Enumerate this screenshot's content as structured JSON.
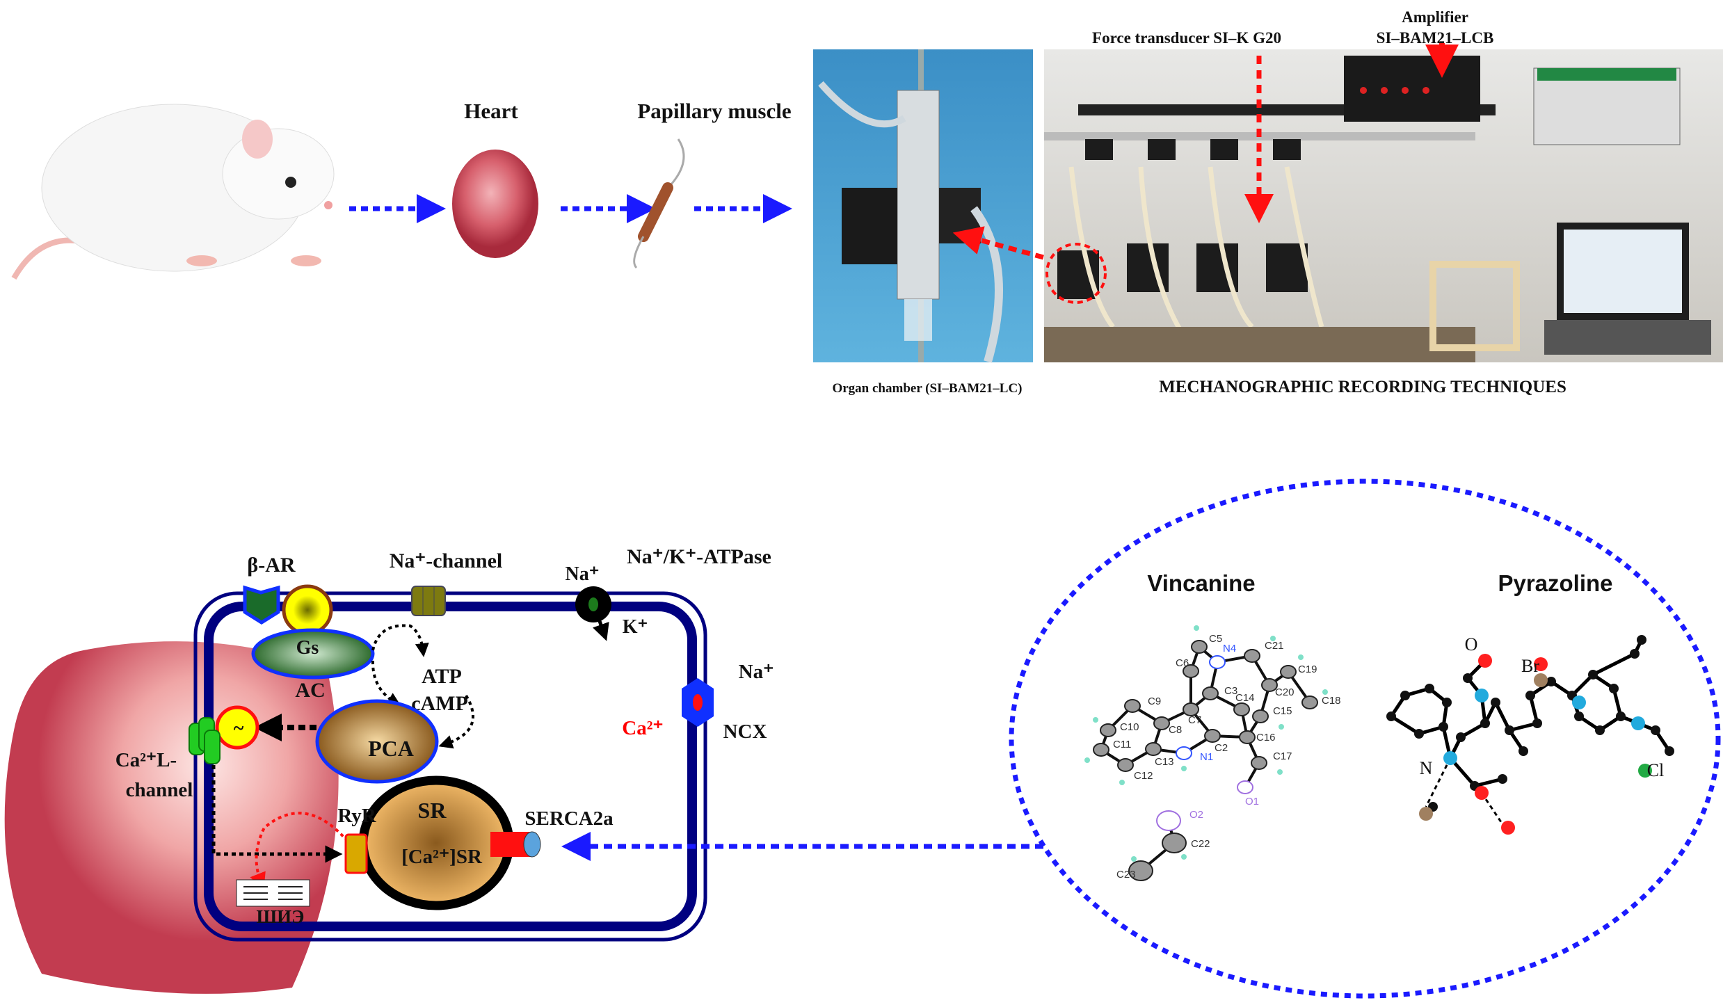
{
  "top": {
    "heart_label": "Heart",
    "papillary_label": "Papillary muscle",
    "force_transducer_label": "Force transducer SI–K G20",
    "amplifier_label_line1": "Amplifier",
    "amplifier_label_line2": "SI–BAM21–LCB",
    "organ_chamber_caption": "Organ chamber (SI–BAM21–LC)",
    "mechanographic_caption": "MECHANOGRAPHIC RECORDING TECHNIQUES"
  },
  "cell": {
    "beta_ar": "β-AR",
    "na_channel": "Na⁺-channel",
    "na_k_atpase": "Na⁺/K⁺-ATPase",
    "pump_na": "Na⁺",
    "pump_k": "K⁺",
    "gs": "Gs",
    "ac": "AC",
    "atp": "ATP",
    "camp": "cAMP",
    "pca": "PCA",
    "tilde": "~",
    "ca_l_channel_line1": "Ca²⁺L-",
    "ca_l_channel_line2": "channel",
    "ncx_na": "Na⁺",
    "ncx_ca": "Ca²⁺",
    "ncx": "NCX",
    "ryr": "RyR",
    "sr": "SR",
    "sr_ca": "[Ca²⁺]SR",
    "serca": "SERCA2a",
    "myofilament": "ШИЭ"
  },
  "molecules": {
    "vincanine": {
      "title": "Vincanine",
      "atoms": [
        "C5",
        "N4",
        "C21",
        "C6",
        "C19",
        "C3",
        "C14",
        "C20",
        "C18",
        "C9",
        "C15",
        "C7",
        "C10",
        "C8",
        "C16",
        "C2",
        "C11",
        "C13",
        "N1",
        "C17",
        "C12",
        "O1",
        "O2",
        "C22",
        "C23"
      ]
    },
    "pyrazoline": {
      "title": "Pyrazoline",
      "atoms": [
        "O",
        "Br",
        "N",
        "Cl"
      ]
    }
  },
  "colors": {
    "arrow_blue": "#1a1aff",
    "arrow_red": "#ff1010",
    "membrane": "#000080",
    "ca_red": "#ff0000"
  }
}
